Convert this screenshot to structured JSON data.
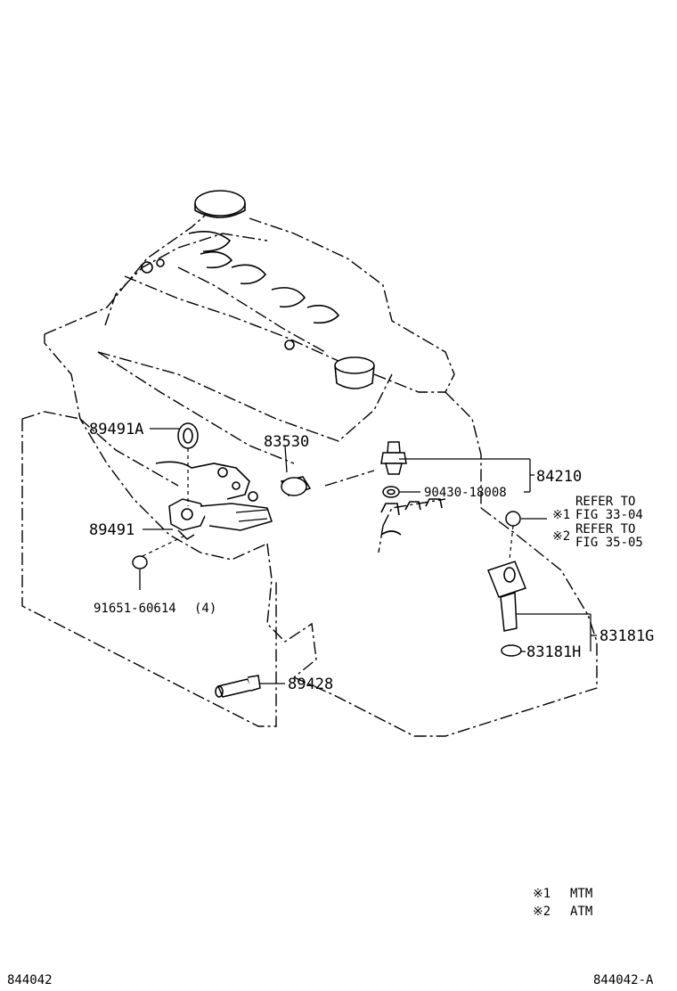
{
  "parts": {
    "p89491A": "89491A",
    "p83530": "83530",
    "p89491": "89491",
    "p91651": "91651-60614",
    "p91651_qty": "(4)",
    "p84210": "84210",
    "p90430": "90430-18008",
    "p83181G": "83181G",
    "p83181H": "83181H",
    "p89428": "89428"
  },
  "refer": {
    "note1_mark": "※1",
    "note1_line1": "REFER TO",
    "note1_line2": "FIG 33-04",
    "note2_mark": "※2",
    "note2_line1": "REFER TO",
    "note2_line2": "FIG 35-05"
  },
  "legend": {
    "mark1": "※1",
    "text1": "MTM",
    "mark2": "※2",
    "text2": "ATM"
  },
  "footer": {
    "left_code": "844042",
    "right_code": "844042-A"
  }
}
